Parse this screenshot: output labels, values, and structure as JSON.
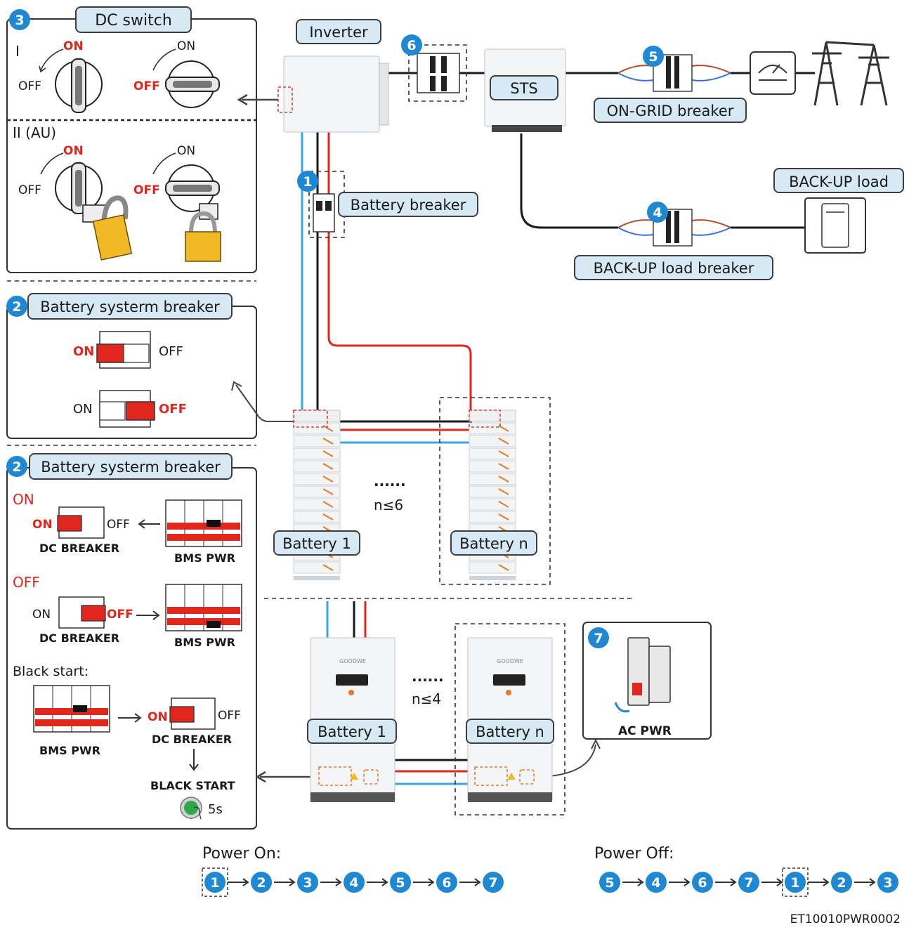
{
  "panels": {
    "dc_switch": {
      "badge": "3",
      "title": "DC switch",
      "variant_1": "I",
      "variant_2": "II (AU)",
      "on": "ON",
      "off": "OFF"
    },
    "battery_system_breaker_1": {
      "badge": "2",
      "title": "Battery systerm breaker",
      "on": "ON",
      "off": "OFF"
    },
    "battery_system_breaker_2": {
      "badge": "2",
      "title": "Battery systerm breaker",
      "on_heading": "ON",
      "off_heading": "OFF",
      "on": "ON",
      "off": "OFF",
      "dc_breaker": "DC BREAKER",
      "bms_pwr": "BMS PWR",
      "black_start_heading": "Black start:",
      "black_start_button": "BLACK START",
      "duration": "5s"
    },
    "ac_pwr": {
      "badge": "7",
      "label": "AC PWR"
    }
  },
  "components": {
    "inverter": "Inverter",
    "sts": "STS",
    "on_grid_breaker": "ON-GRID breaker",
    "backup_load": "BACK-UP load",
    "backup_load_breaker": "BACK-UP load breaker",
    "battery_breaker": "Battery breaker",
    "badges": {
      "inverter_ac": "6",
      "on_grid": "5",
      "backup": "4",
      "battery_breaker": "1"
    },
    "battery_stack_upper": {
      "first": "Battery 1",
      "last": "Battery n",
      "ellipsis": "......",
      "limit": "n≤6"
    },
    "battery_stack_lower": {
      "first": "Battery 1",
      "last": "Battery n",
      "ellipsis": "......",
      "limit": "n≤4",
      "brand": "GOODWE"
    }
  },
  "sequences": {
    "power_on": {
      "label": "Power On:",
      "steps": [
        "1",
        "2",
        "3",
        "4",
        "5",
        "6",
        "7"
      ],
      "boxed_step": "1"
    },
    "power_off": {
      "label": "Power Off:",
      "steps": [
        "5",
        "4",
        "6",
        "7",
        "1",
        "2",
        "3"
      ],
      "boxed_step": "1"
    }
  },
  "footer_code": "ET10010PWR0002",
  "colors": {
    "badge": "#1e88d4",
    "on_off_red": "#e0261d",
    "label_fill": "#d6e9f5",
    "cable_blue": "#3aa6e0",
    "cable_red": "#e0261d",
    "cable_black": "#1a1a1a"
  }
}
